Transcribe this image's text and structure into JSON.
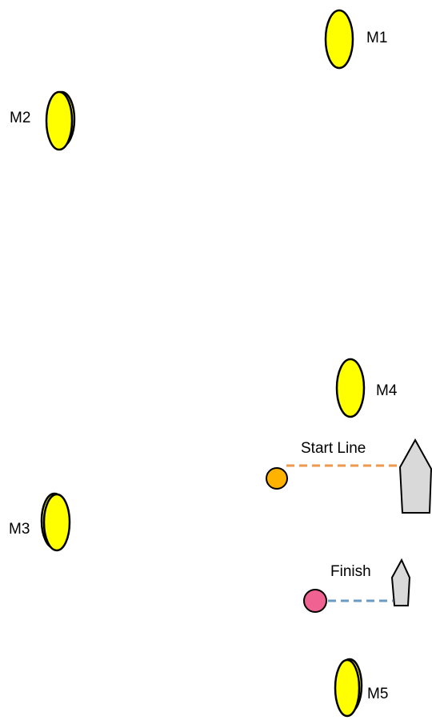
{
  "marks": {
    "m1": {
      "label": "M1"
    },
    "m2": {
      "label": "M2"
    },
    "m3": {
      "label": "M3"
    },
    "m4": {
      "label": "M4"
    },
    "m5": {
      "label": "M5"
    }
  },
  "start_line": {
    "label": "Start Line"
  },
  "finish_line": {
    "label": "Finish"
  },
  "colors": {
    "mark_fill": "#FFFF00",
    "start_pin": "#FFB300",
    "start_line": "#EE9A4D",
    "finish_pin": "#F06292",
    "finish_line": "#6A9BC3",
    "boat_fill": "#D9D9D9"
  }
}
